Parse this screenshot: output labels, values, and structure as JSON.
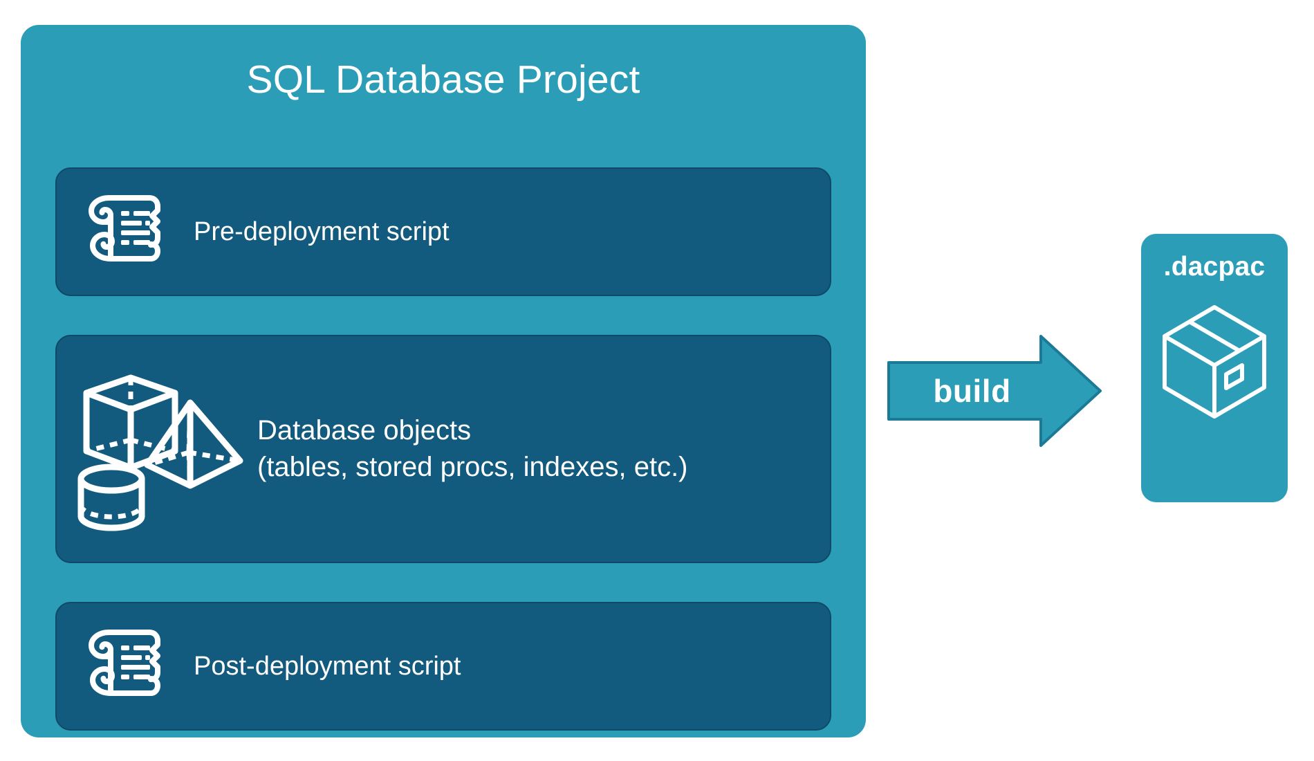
{
  "diagram": {
    "title": "SQL Database Project",
    "background_color": "#FFFFFF",
    "panel_color": "#2C9DB7",
    "card_color": "#135B7E",
    "card_border_color": "#0E4A67",
    "text_color": "#FFFFFF"
  },
  "project": {
    "title": "SQL Database Project",
    "items": [
      {
        "id": "pre-deployment",
        "label": "Pre-deployment script",
        "icon": "scroll-icon"
      },
      {
        "id": "database-objects",
        "label": "Database objects\n(tables, stored procs, indexes, etc.)",
        "line1": "Database objects",
        "line2": "(tables, stored procs, indexes, etc.)",
        "icons": [
          "cube-icon",
          "pyramid-icon",
          "cylinder-icon"
        ]
      },
      {
        "id": "post-deployment",
        "label": "Post-deployment script",
        "icon": "scroll-icon"
      }
    ]
  },
  "arrow": {
    "label": "build",
    "direction": "right",
    "fill_color": "#2C9DB7",
    "stroke_color": "#1B7A96"
  },
  "output": {
    "title": ".dacpac",
    "icon": "package-box-icon",
    "fill_color": "#2C9DB7"
  }
}
